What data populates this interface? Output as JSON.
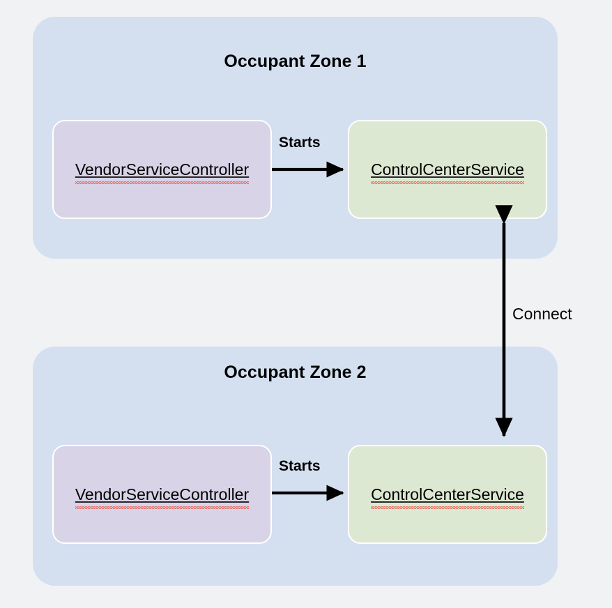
{
  "diagram": {
    "type": "architecture-block-diagram",
    "background_color": "#f1f2f4",
    "zones": [
      {
        "id": "zone-1",
        "title": "Occupant Zone 1",
        "fill": "#d4e0f0",
        "nodes": [
          {
            "id": "vendor-1",
            "label": "VendorServiceController",
            "fill": "#d8d3e6",
            "misspelled": true
          },
          {
            "id": "control-1",
            "label": "ControlCenterService",
            "fill": "#dde8d2",
            "misspelled": true
          }
        ],
        "edges": [
          {
            "id": "starts-1",
            "label": "Starts",
            "from": "vendor-1",
            "to": "control-1",
            "direction": "forward",
            "bold": true
          }
        ]
      },
      {
        "id": "zone-2",
        "title": "Occupant Zone 2",
        "fill": "#d4e0f0",
        "nodes": [
          {
            "id": "vendor-2",
            "label": "VendorServiceController",
            "fill": "#d8d3e6",
            "misspelled": true
          },
          {
            "id": "control-2",
            "label": "ControlCenterService",
            "fill": "#dde8d2",
            "misspelled": true
          }
        ],
        "edges": [
          {
            "id": "starts-2",
            "label": "Starts",
            "from": "vendor-2",
            "to": "control-2",
            "direction": "forward",
            "bold": true
          }
        ]
      }
    ],
    "cross_zone_edges": [
      {
        "id": "connect",
        "label": "Connect",
        "from": "control-1",
        "to": "control-2",
        "direction": "bidirectional",
        "color": "#000000",
        "bold": false
      }
    ]
  }
}
